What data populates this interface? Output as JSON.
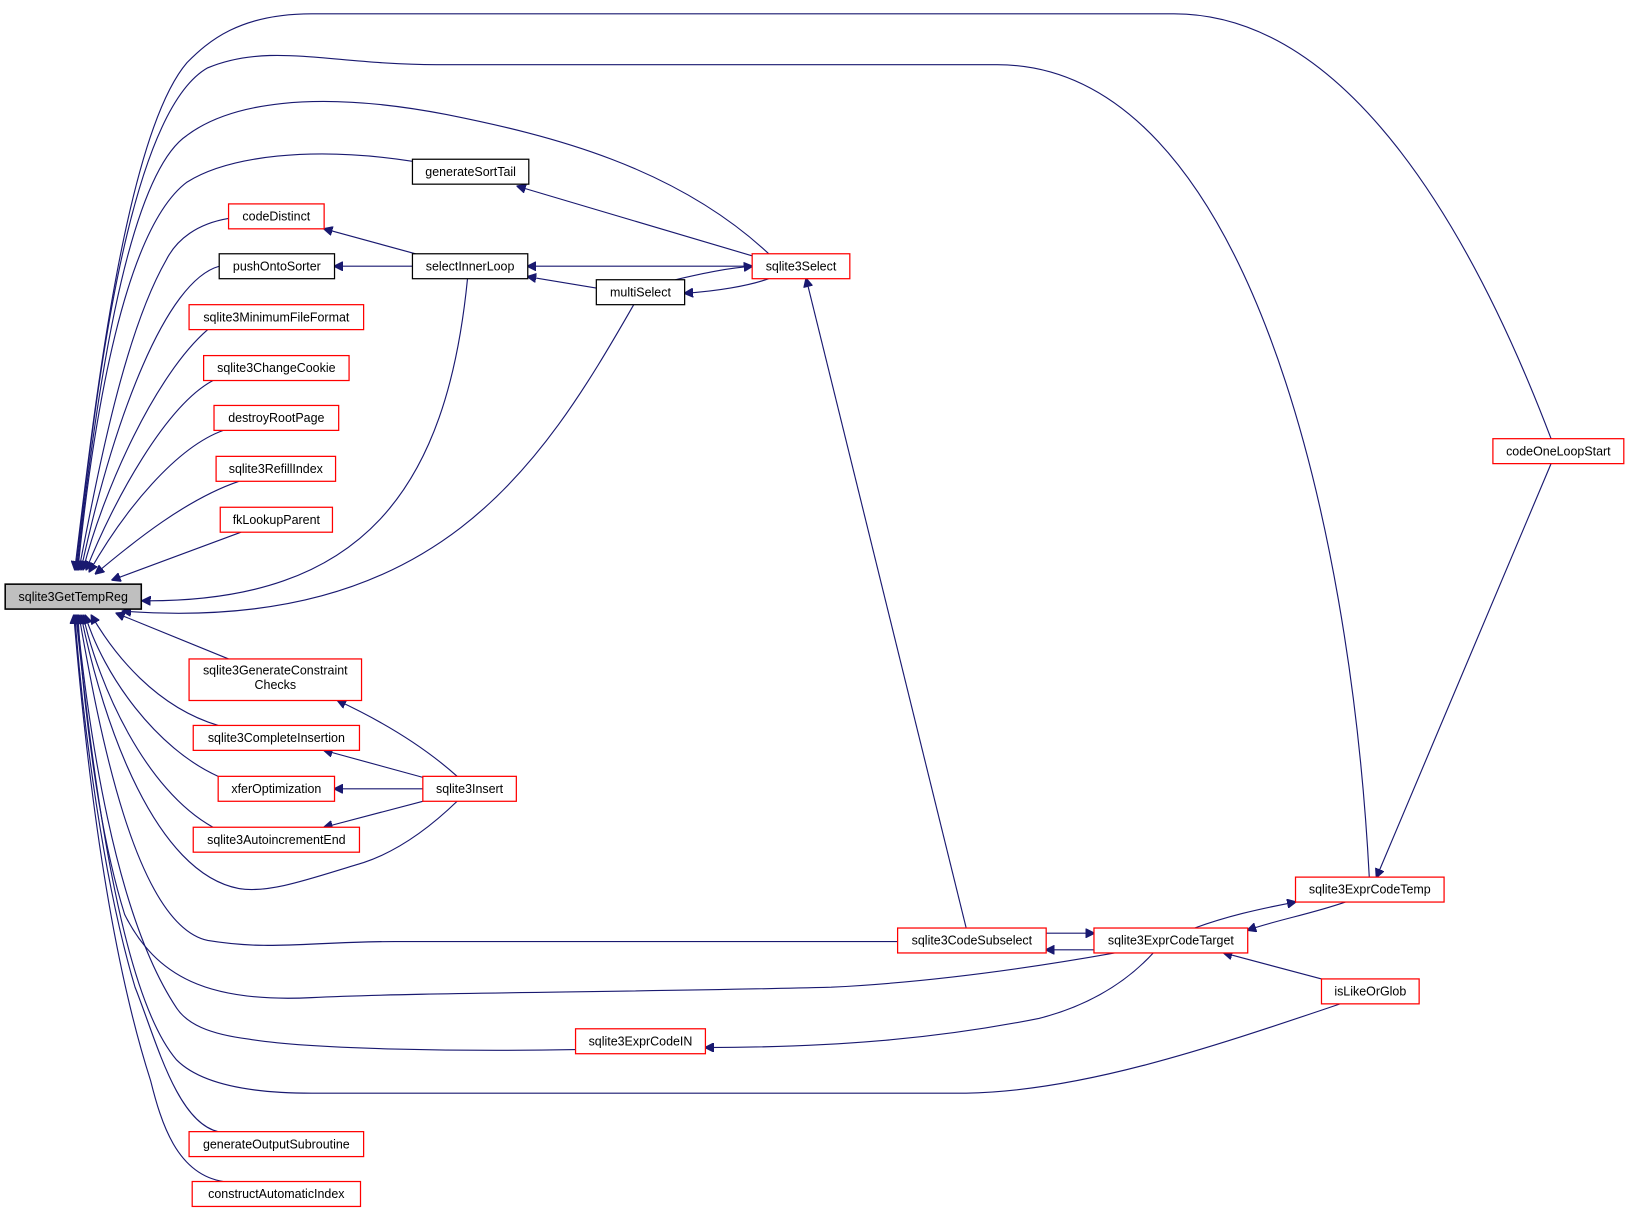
{
  "colors": {
    "edge": "#191970",
    "truncated_border": "#ff0000",
    "normal_border": "#000000",
    "root_fill": "#bfbfbf"
  },
  "nodes": {
    "root": {
      "label": "sqlite3GetTempReg",
      "style": "root"
    },
    "generateSortTail": {
      "label": "generateSortTail",
      "style": "black"
    },
    "codeDistinct": {
      "label": "codeDistinct",
      "style": "red"
    },
    "pushOntoSorter": {
      "label": "pushOntoSorter",
      "style": "black"
    },
    "selectInnerLoop": {
      "label": "selectInnerLoop",
      "style": "black"
    },
    "multiSelect": {
      "label": "multiSelect",
      "style": "black"
    },
    "sqlite3Select": {
      "label": "sqlite3Select",
      "style": "red"
    },
    "minFileFormat": {
      "label": "sqlite3MinimumFileFormat",
      "style": "red"
    },
    "changeCookie": {
      "label": "sqlite3ChangeCookie",
      "style": "red"
    },
    "destroyRootPage": {
      "label": "destroyRootPage",
      "style": "red"
    },
    "refillIndex": {
      "label": "sqlite3RefillIndex",
      "style": "red"
    },
    "fkLookupParent": {
      "label": "fkLookupParent",
      "style": "red"
    },
    "genConstraint": {
      "label": "sqlite3GenerateConstraint",
      "label2": "Checks",
      "style": "red"
    },
    "completeInsertion": {
      "label": "sqlite3CompleteInsertion",
      "style": "red"
    },
    "xferOptimization": {
      "label": "xferOptimization",
      "style": "red"
    },
    "sqlite3Insert": {
      "label": "sqlite3Insert",
      "style": "red"
    },
    "autoincEnd": {
      "label": "sqlite3AutoincrementEnd",
      "style": "red"
    },
    "codeSubselect": {
      "label": "sqlite3CodeSubselect",
      "style": "red"
    },
    "exprCodeTarget": {
      "label": "sqlite3ExprCodeTarget",
      "style": "red"
    },
    "exprCodeTemp": {
      "label": "sqlite3ExprCodeTemp",
      "style": "red"
    },
    "isLikeOrGlob": {
      "label": "isLikeOrGlob",
      "style": "red"
    },
    "exprCodeIN": {
      "label": "sqlite3ExprCodeIN",
      "style": "red"
    },
    "codeOneLoopStart": {
      "label": "codeOneLoopStart",
      "style": "red"
    },
    "genOutputSub": {
      "label": "generateOutputSubroutine",
      "style": "red"
    },
    "constructAutoIndex": {
      "label": "constructAutomaticIndex",
      "style": "red"
    }
  },
  "edges": [
    {
      "from": "codeOneLoopStart",
      "to": "root"
    },
    {
      "from": "exprCodeTemp",
      "to": "root"
    },
    {
      "from": "sqlite3Select",
      "to": "root"
    },
    {
      "from": "generateSortTail",
      "to": "root"
    },
    {
      "from": "codeDistinct",
      "to": "root"
    },
    {
      "from": "pushOntoSorter",
      "to": "root"
    },
    {
      "from": "minFileFormat",
      "to": "root"
    },
    {
      "from": "changeCookie",
      "to": "root"
    },
    {
      "from": "destroyRootPage",
      "to": "root"
    },
    {
      "from": "refillIndex",
      "to": "root"
    },
    {
      "from": "fkLookupParent",
      "to": "root"
    },
    {
      "from": "selectInnerLoop",
      "to": "root"
    },
    {
      "from": "multiSelect",
      "to": "root"
    },
    {
      "from": "genConstraint",
      "to": "root"
    },
    {
      "from": "completeInsertion",
      "to": "root"
    },
    {
      "from": "xferOptimization",
      "to": "root"
    },
    {
      "from": "autoincEnd",
      "to": "root"
    },
    {
      "from": "sqlite3Insert",
      "to": "root"
    },
    {
      "from": "codeSubselect",
      "to": "root"
    },
    {
      "from": "exprCodeTarget",
      "to": "root"
    },
    {
      "from": "exprCodeIN",
      "to": "root"
    },
    {
      "from": "isLikeOrGlob",
      "to": "root"
    },
    {
      "from": "genOutputSub",
      "to": "root"
    },
    {
      "from": "constructAutoIndex",
      "to": "root"
    },
    {
      "from": "sqlite3Select",
      "to": "generateSortTail"
    },
    {
      "from": "selectInnerLoop",
      "to": "codeDistinct"
    },
    {
      "from": "selectInnerLoop",
      "to": "pushOntoSorter"
    },
    {
      "from": "sqlite3Select",
      "to": "selectInnerLoop"
    },
    {
      "from": "multiSelect",
      "to": "selectInnerLoop"
    },
    {
      "from": "sqlite3Select",
      "to": "multiSelect"
    },
    {
      "from": "multiSelect",
      "to": "sqlite3Select"
    },
    {
      "from": "sqlite3Insert",
      "to": "genConstraint"
    },
    {
      "from": "sqlite3Insert",
      "to": "completeInsertion"
    },
    {
      "from": "sqlite3Insert",
      "to": "xferOptimization"
    },
    {
      "from": "sqlite3Insert",
      "to": "autoincEnd"
    },
    {
      "from": "codeSubselect",
      "to": "sqlite3Select"
    },
    {
      "from": "codeSubselect",
      "to": "exprCodeTarget"
    },
    {
      "from": "exprCodeTarget",
      "to": "codeSubselect"
    },
    {
      "from": "exprCodeTarget",
      "to": "exprCodeTemp"
    },
    {
      "from": "exprCodeTemp",
      "to": "exprCodeTarget"
    },
    {
      "from": "exprCodeTemp",
      "to": "codeOneLoopStart"
    },
    {
      "from": "isLikeOrGlob",
      "to": "exprCodeTarget"
    },
    {
      "from": "exprCodeTarget",
      "to": "exprCodeIN"
    }
  ]
}
